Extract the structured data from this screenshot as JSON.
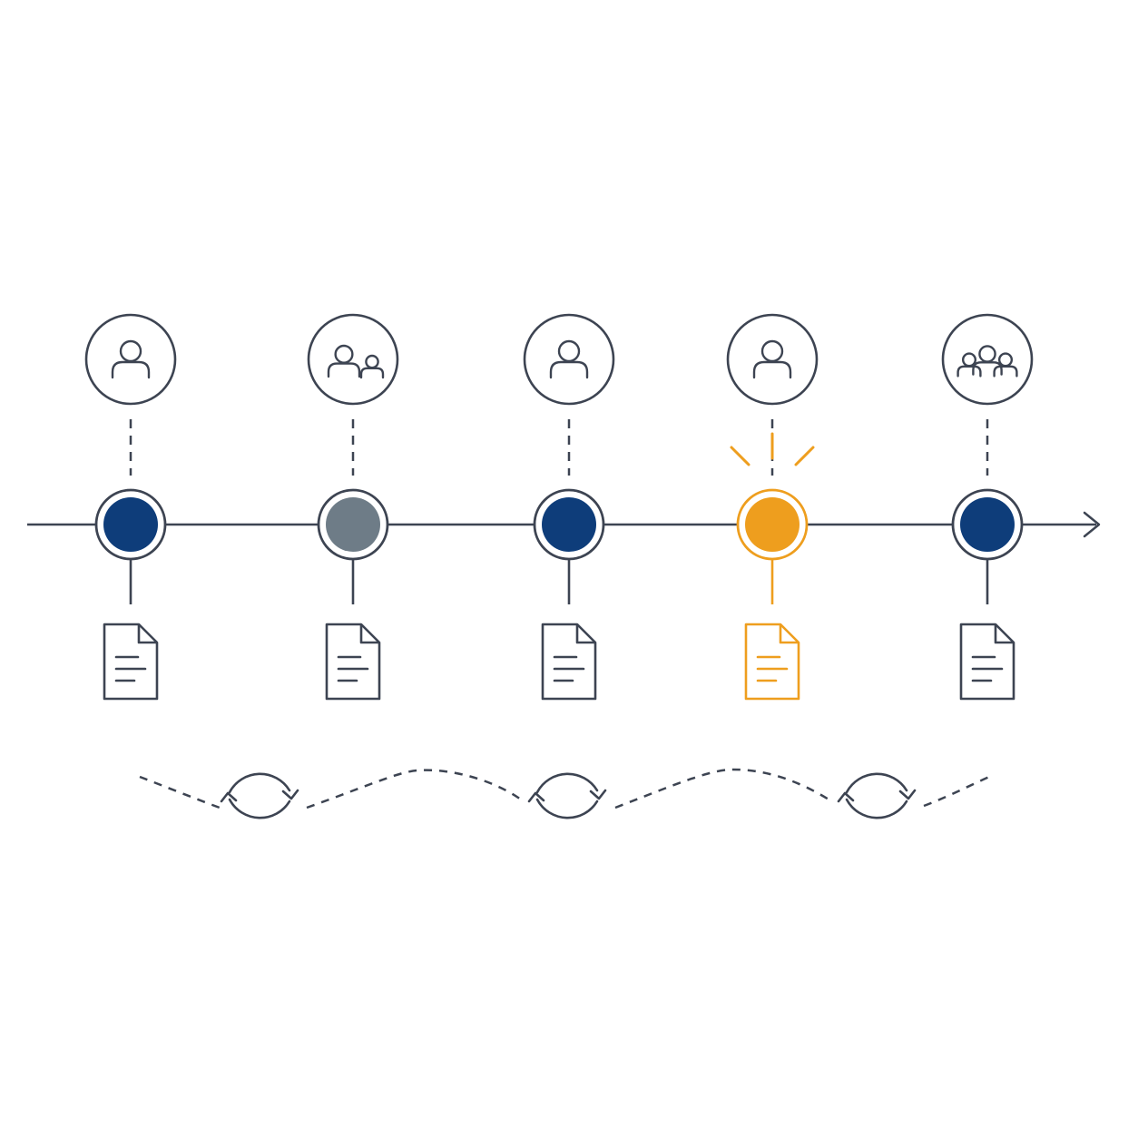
{
  "colors": {
    "background": "#ffffff",
    "line": "#3d4452",
    "node_navy": "#0e3d7a",
    "node_gray": "#6e7c87",
    "highlight": "#ee9e1e"
  },
  "timeline": {
    "direction": "left-to-right",
    "end_marker": "arrow-head-icon",
    "stages": [
      {
        "actor_icon": "single-person-icon",
        "node_color": "navy",
        "document_icon": "document-icon",
        "highlighted": false
      },
      {
        "actor_icon": "two-people-icon",
        "node_color": "gray",
        "document_icon": "document-icon",
        "highlighted": false
      },
      {
        "actor_icon": "single-person-icon",
        "node_color": "navy",
        "document_icon": "document-icon",
        "highlighted": false
      },
      {
        "actor_icon": "single-person-icon",
        "node_color": "highlight",
        "document_icon": "document-icon",
        "highlighted": true
      },
      {
        "actor_icon": "group-icon",
        "node_color": "navy",
        "document_icon": "document-icon",
        "highlighted": false
      }
    ]
  },
  "cycle_path": {
    "style": "dashed-wave",
    "cycle_icons": [
      "refresh-cycle-icon",
      "refresh-cycle-icon",
      "refresh-cycle-icon"
    ]
  }
}
